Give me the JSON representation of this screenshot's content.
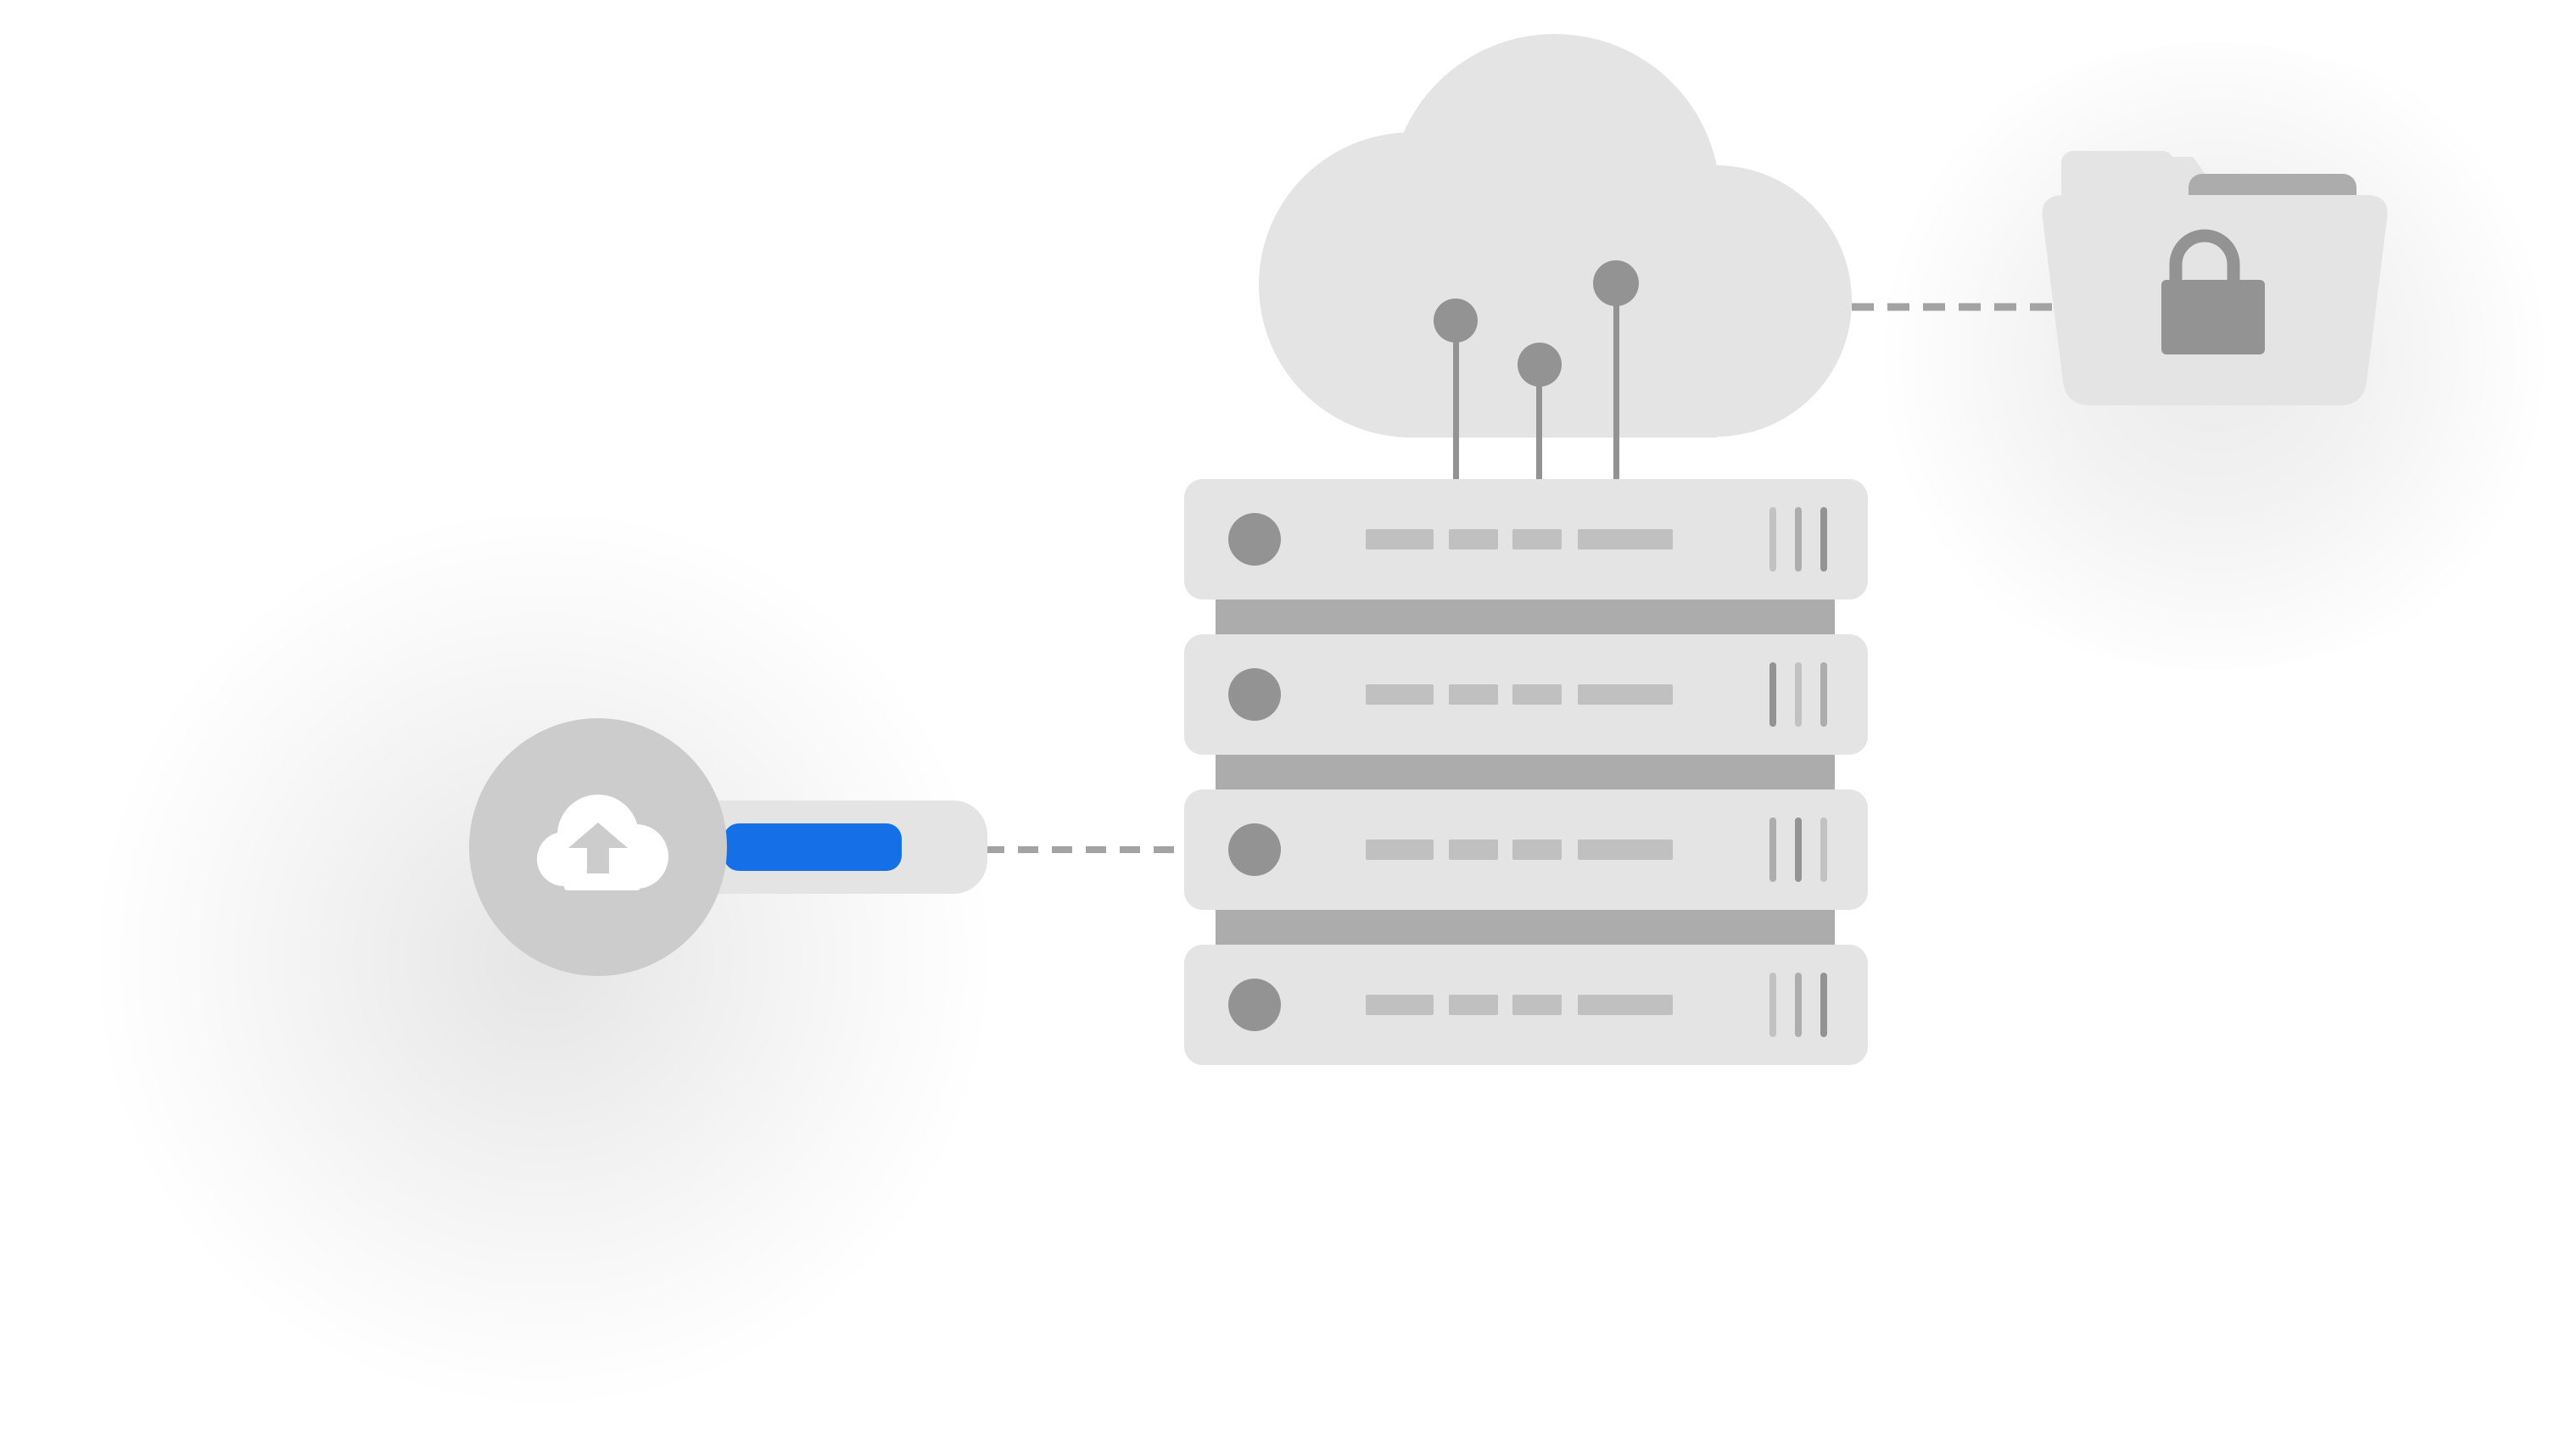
{
  "scene": {
    "title": "",
    "upload": {
      "icon": "cloud-upload-icon",
      "progress": 0.75
    },
    "server_rack": {
      "icon": "server-rack-icon",
      "unit_count": 4
    },
    "cloud": {
      "icon": "cloud-icon",
      "antenna_count": 3
    },
    "secure_folder": {
      "icon": "folder-lock-icon"
    }
  },
  "colors": {
    "background": "#ffffff",
    "light_gray": "#e4e4e4",
    "mid_gray": "#c8c8c8",
    "dark_gray": "#939393",
    "divider_gray": "#acacac",
    "progress_blue": "#1570e8"
  }
}
